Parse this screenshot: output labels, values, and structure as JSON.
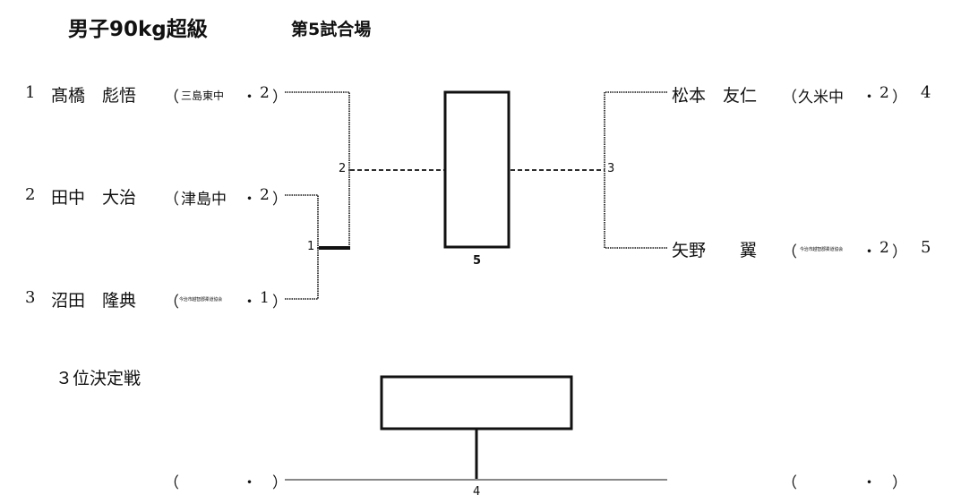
{
  "header": {
    "title": "男子90kg超級",
    "venue": "第5試合場"
  },
  "left_players": [
    {
      "seed": "1",
      "name": "髙橋　彪悟",
      "open": "（",
      "school": "三島東中",
      "dot": "・",
      "grade": "2",
      "close": "）"
    },
    {
      "seed": "2",
      "name": "田中　大治",
      "open": "（",
      "school": "津島中",
      "dot": "・",
      "grade": "2",
      "close": "）"
    },
    {
      "seed": "3",
      "name": "沼田　隆典",
      "open": "（",
      "school": "今治市越智郡柔道協会",
      "dot": "・",
      "grade": "1",
      "close": "）"
    }
  ],
  "right_players": [
    {
      "seed": "4",
      "name": "松本　友仁",
      "open": "（",
      "school": "久米中",
      "dot": "・",
      "grade": "2",
      "close": "）"
    },
    {
      "seed": "5",
      "name": "矢野　　翼",
      "open": "（",
      "school": "今治市越智郡柔道協会",
      "dot": "・",
      "grade": "2",
      "close": "）"
    }
  ],
  "matches": {
    "m1": "1",
    "m2": "2",
    "m3": "3",
    "final": "5",
    "third": "4"
  },
  "third_place": {
    "title": "３位決定戦",
    "left": {
      "open": "（",
      "dot": "・",
      "close": "）"
    },
    "right": {
      "open": "（",
      "dot": "・",
      "close": "）"
    }
  }
}
